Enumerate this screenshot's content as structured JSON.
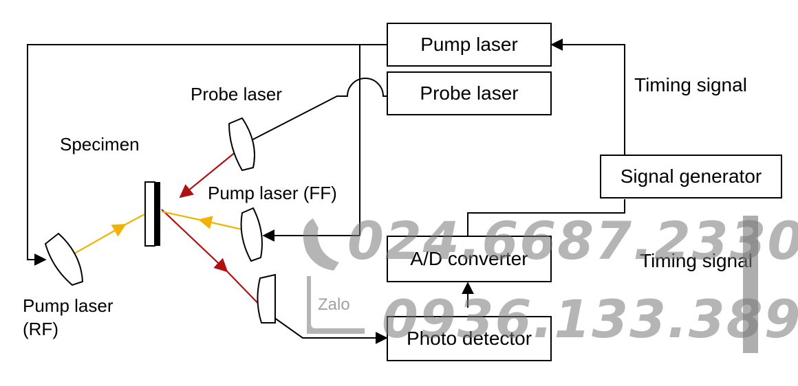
{
  "boxes": {
    "pump_laser": "Pump laser",
    "probe_laser": "Probe laser",
    "signal_generator": "Signal generator",
    "ad_converter": "A/D converter",
    "photo_detector": "Photo detector"
  },
  "labels": {
    "timing_signal_top": "Timing signal",
    "timing_signal_bottom": "Timing signal",
    "probe_laser": "Probe laser",
    "specimen": "Specimen",
    "pump_laser_ff": "Pump laser (FF)",
    "pump_laser_rf_line1": "Pump laser",
    "pump_laser_rf_line2": "(RF)"
  },
  "watermark": {
    "phone1": "024.6687.2330",
    "phone2": "0936.133.389",
    "brand": "Zalo"
  },
  "colors": {
    "probe_beam": "#b01010",
    "pump_beam": "#f0b400",
    "watermark": "#888888"
  }
}
